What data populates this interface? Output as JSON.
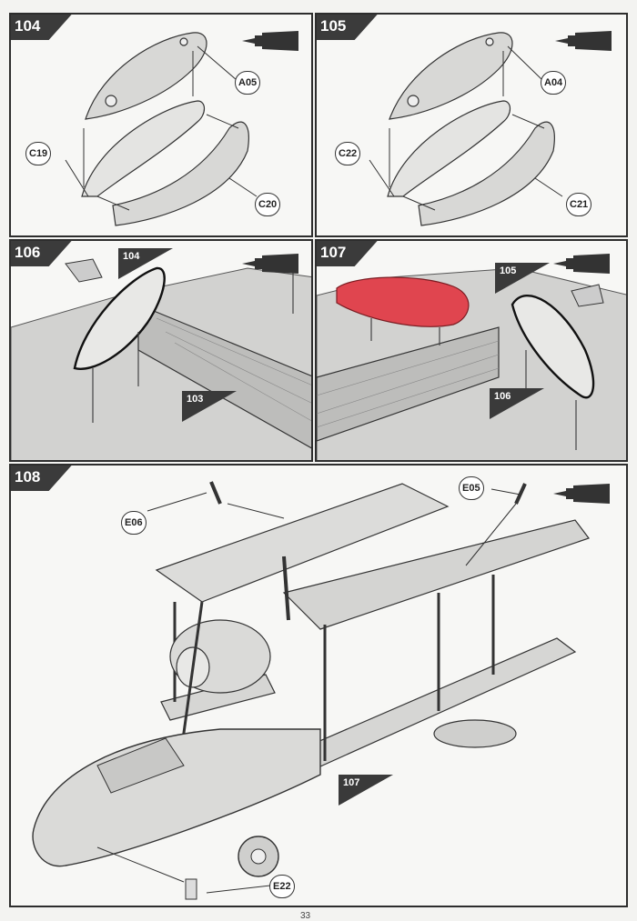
{
  "page": {
    "number": "33"
  },
  "icons": {
    "glue": "cement-tube-icon"
  },
  "colors": {
    "highlight": "#e0454f",
    "frame": "#2d2d2d",
    "tab": "#3b3b3b"
  },
  "steps": [
    {
      "id": "104",
      "labels": {
        "top": "A05",
        "left": "C19",
        "right": "C20"
      }
    },
    {
      "id": "105",
      "labels": {
        "top": "A04",
        "left": "C22",
        "right": "C21"
      }
    },
    {
      "id": "106",
      "refs": [
        "104",
        "103"
      ]
    },
    {
      "id": "107",
      "refs": [
        "105",
        "106"
      ]
    },
    {
      "id": "108",
      "labels": {
        "e06": "E06",
        "e05": "E05",
        "e22": "E22"
      },
      "refs": [
        "107"
      ]
    }
  ]
}
